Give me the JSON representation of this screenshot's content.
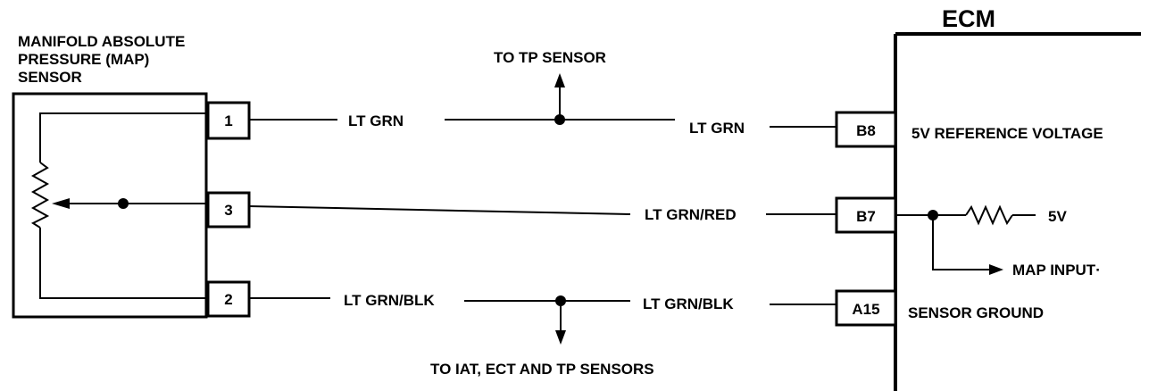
{
  "ecm": {
    "title": "ECM",
    "pins": [
      {
        "id": "B8",
        "function": "5V REFERENCE VOLTAGE"
      },
      {
        "id": "B7",
        "function": ""
      },
      {
        "id": "A15",
        "function": "SENSOR GROUND"
      }
    ],
    "internal": {
      "supply": "5V",
      "input": "MAP INPUT·"
    }
  },
  "sensor": {
    "title_lines": [
      "MANIFOLD ABSOLUTE",
      "PRESSURE (MAP)",
      "SENSOR"
    ],
    "pins": [
      "1",
      "3",
      "2"
    ]
  },
  "wires": {
    "w1_left": "LT GRN",
    "w1_right": "LT GRN",
    "w3": "LT GRN/RED",
    "w2_left": "LT GRN/BLK",
    "w2_right": "LT GRN/BLK"
  },
  "branches": {
    "top": "TO TP SENSOR",
    "bottom": "TO IAT, ECT AND TP SENSORS"
  }
}
